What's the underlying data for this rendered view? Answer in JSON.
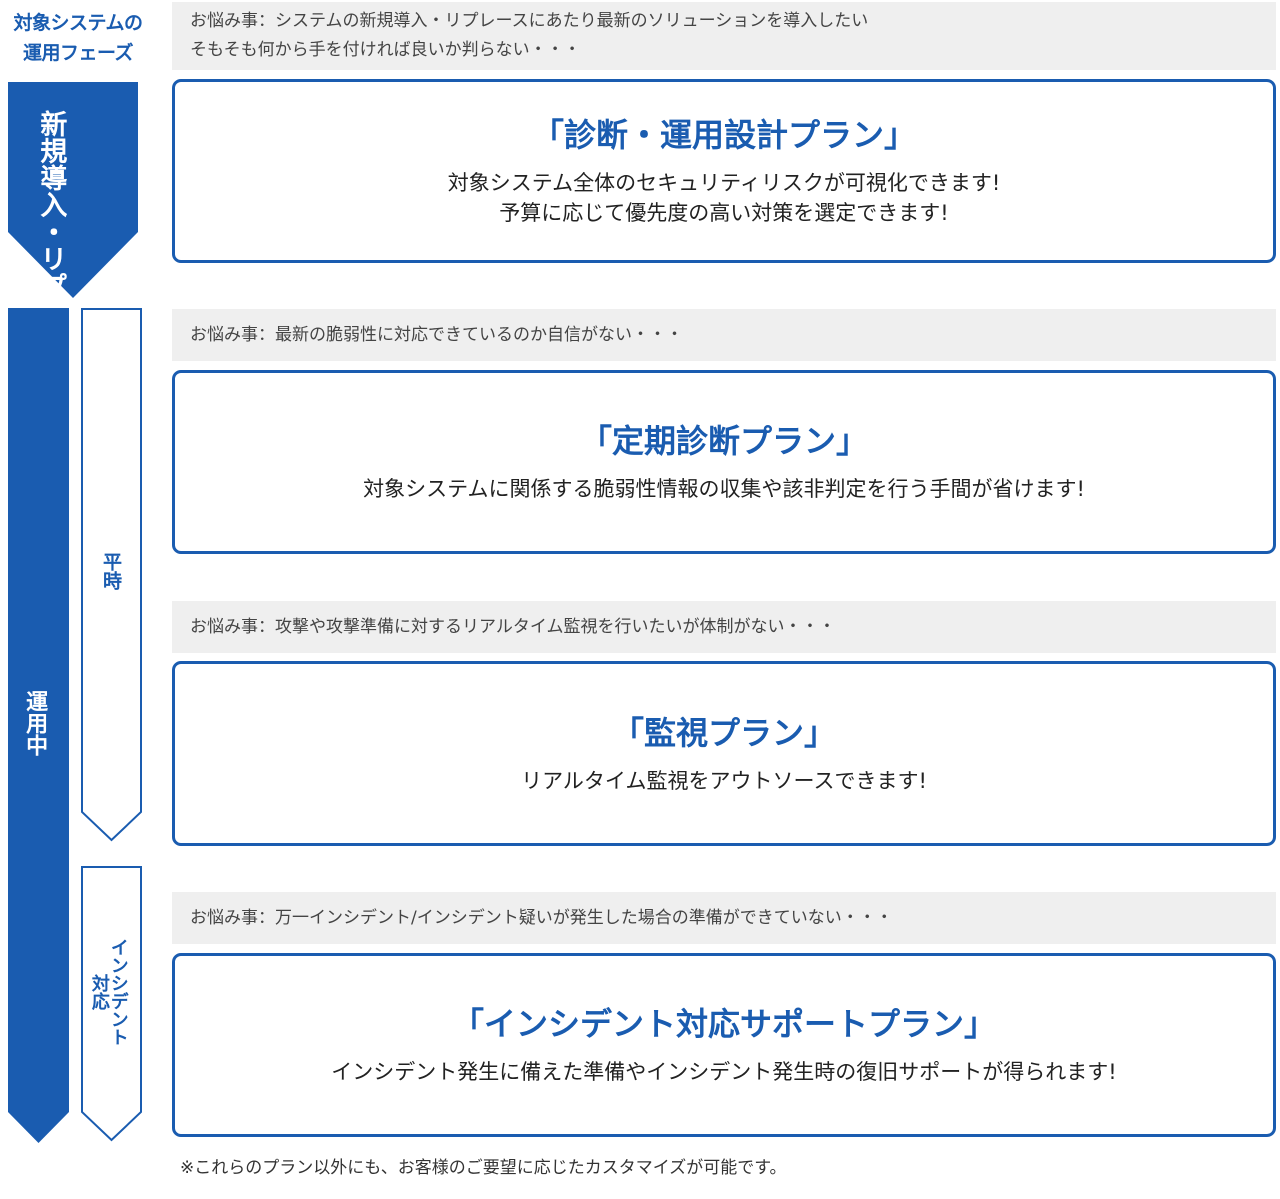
{
  "phase_header": {
    "line1": "対象システムの",
    "line2": "運用フェーズ"
  },
  "phases": {
    "new_replace": "新規導入・リプレース",
    "in_operation": "運用中",
    "normal": "平時",
    "incident_line1": "インシデント",
    "incident_line2": "対応"
  },
  "colors": {
    "accent": "#1a5cb0",
    "concern_bg": "#efefef"
  },
  "concerns": [
    {
      "line1": "お悩み事：システムの新規導入・リプレースにあたり最新のソリューションを導入したい",
      "line2": "そもそも何から手を付ければ良いか判らない・・・"
    },
    {
      "line1": "お悩み事：最新の脆弱性に対応できているのか自信がない・・・"
    },
    {
      "line1": "お悩み事：攻撃や攻撃準備に対するリアルタイム監視を行いたいが体制がない・・・"
    },
    {
      "line1": "お悩み事：万一インシデント/インシデント疑いが発生した場合の準備ができていない・・・"
    }
  ],
  "plans": [
    {
      "title": "「診断・運用設計プラン」",
      "desc1": "対象システム全体のセキュリティリスクが可視化できます!",
      "desc2": "予算に応じて優先度の高い対策を選定できます!"
    },
    {
      "title": "「定期診断プラン」",
      "desc1": "対象システムに関係する脆弱性情報の収集や該非判定を行う手間が省けます!"
    },
    {
      "title": "「監視プラン」",
      "desc1": "リアルタイム監視をアウトソースできます!"
    },
    {
      "title": "「インシデント対応サポートプラン」",
      "desc1": "インシデント発生に備えた準備やインシデント発生時の復旧サポートが得られます!"
    }
  ],
  "footnote": "※これらのプラン以外にも、お客様のご要望に応じたカスタマイズが可能です。"
}
